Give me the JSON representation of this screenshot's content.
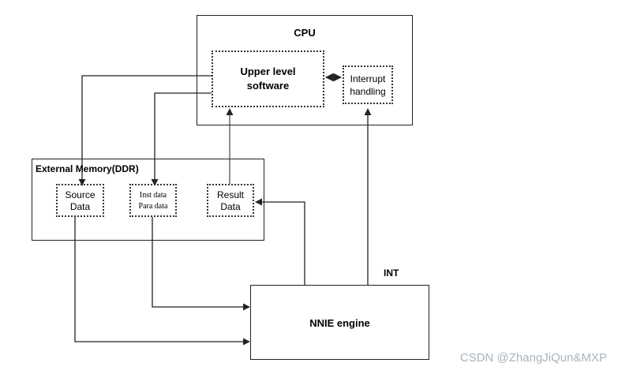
{
  "cpu": {
    "title": "CPU"
  },
  "upper_software": {
    "line1": "Upper level",
    "line2": "software"
  },
  "interrupt": {
    "line1": "Interrupt",
    "line2": "handling"
  },
  "memory": {
    "title": "External Memory(DDR)"
  },
  "source_data": {
    "line1": "Source",
    "line2": "Data"
  },
  "inst_data": {
    "line1": "Inst data",
    "line2": "Para data"
  },
  "result_data": {
    "line1": "Result",
    "line2": "Data"
  },
  "int_label": "INT",
  "nnie": {
    "title": "NNIE engine"
  },
  "watermark": "CSDN @ZhangJiQun&MXP",
  "colors": {
    "line": "#222222",
    "watermark": "#aab3be"
  }
}
